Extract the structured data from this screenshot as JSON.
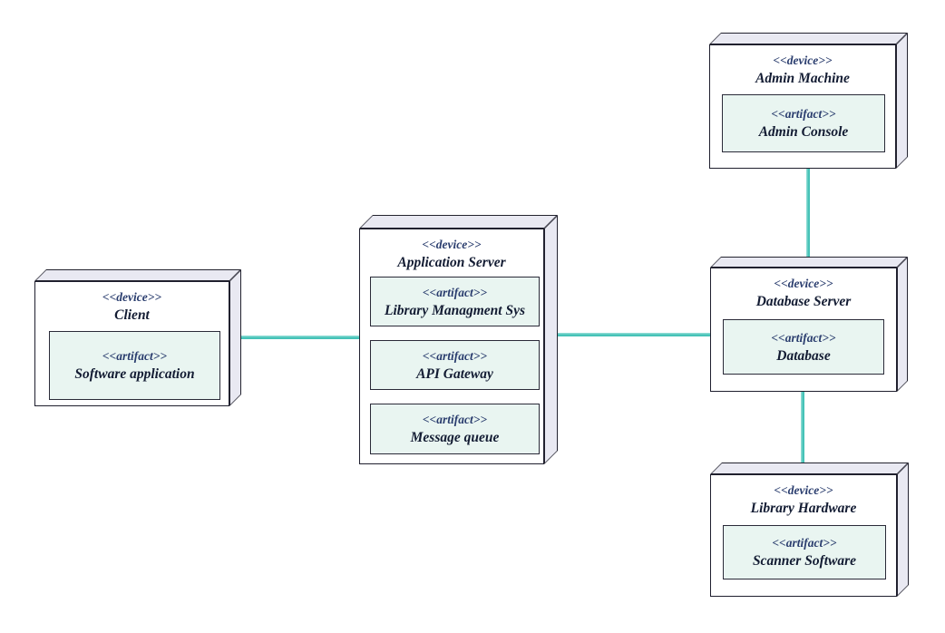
{
  "diagram": {
    "type": "uml-deployment-diagram",
    "background": "#ffffff",
    "colors": {
      "node_face": "#ffffff",
      "node_side_face": "#e9e9f2",
      "node_border": "#1f1f2e",
      "artifact_fill": "#e9f5f1",
      "artifact_border": "#2a2a38",
      "stereotype_text": "#2a3d6e",
      "name_text": "#131c33",
      "connector": "#45c2b7"
    }
  },
  "nodes": {
    "client": {
      "stereotype": "<<device>>",
      "name": "Client",
      "artifacts": [
        {
          "stereotype": "<<artifact>>",
          "name": "Software application"
        }
      ]
    },
    "app_server": {
      "stereotype": "<<device>>",
      "name": "Application Server",
      "artifacts": [
        {
          "stereotype": "<<artifact>>",
          "name": "Library Managment Sys"
        },
        {
          "stereotype": "<<artifact>>",
          "name": "API Gateway"
        },
        {
          "stereotype": "<<artifact>>",
          "name": "Message queue"
        }
      ]
    },
    "admin_machine": {
      "stereotype": "<<device>>",
      "name": "Admin Machine",
      "artifacts": [
        {
          "stereotype": "<<artifact>>",
          "name": "Admin Console"
        }
      ]
    },
    "database_server": {
      "stereotype": "<<device>>",
      "name": "Database Server",
      "artifacts": [
        {
          "stereotype": "<<artifact>>",
          "name": "Database"
        }
      ]
    },
    "library_hardware": {
      "stereotype": "<<device>>",
      "name": "Library Hardware",
      "artifacts": [
        {
          "stereotype": "<<artifact>>",
          "name": "Scanner Software"
        }
      ]
    }
  },
  "connections": [
    {
      "from": "client",
      "to": "app_server",
      "orientation": "horizontal"
    },
    {
      "from": "app_server",
      "to": "database_server",
      "orientation": "horizontal"
    },
    {
      "from": "admin_machine",
      "to": "database_server",
      "orientation": "vertical"
    },
    {
      "from": "database_server",
      "to": "library_hardware",
      "orientation": "vertical"
    }
  ]
}
